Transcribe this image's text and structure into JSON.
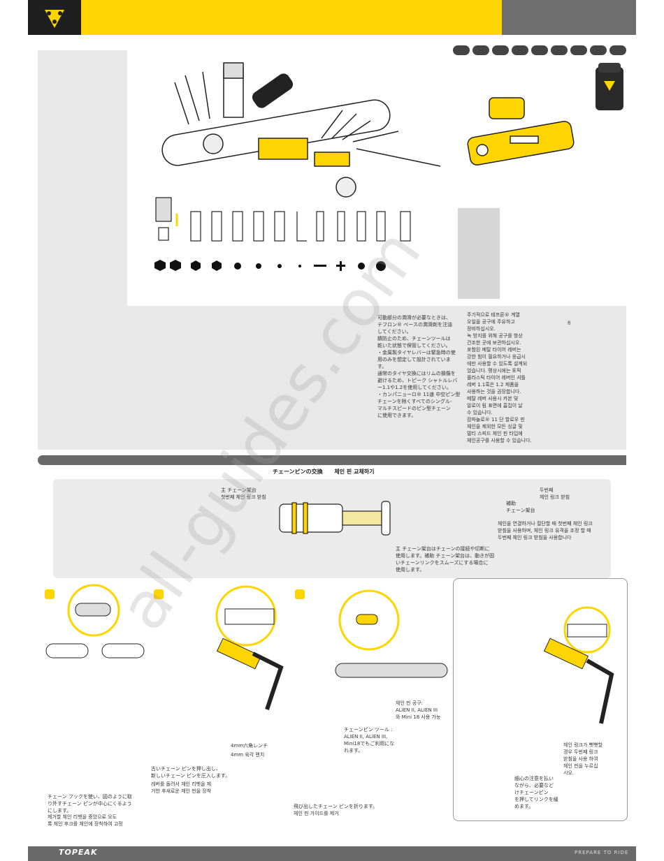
{
  "header": {
    "brand": "TOPEAK"
  },
  "dots": {
    "count": 9,
    "color": "#444444"
  },
  "colors": {
    "accent": "#ffd500",
    "dark": "#1f1f1f",
    "gray": "#6e6e6e"
  },
  "tool_icons": [
    "hex-8mm",
    "hex-6mm",
    "hex-5mm",
    "hex-4mm",
    "hex-3mm",
    "hex-2.5mm",
    "hex-2mm",
    "flat-screwdriver",
    "phillips-screwdriver",
    "torx-25",
    "torx-30"
  ],
  "jp_notes": "可動部分の潤滑が必要なときは、\nテフロン® ベースの潤滑剤を注油\nしてください。\n錆防止のため、チェーンツールは\n乾いた状態で保管してください。\n・金属製タイヤレバーは緊急時の使\n用のみを想定して設計されていま\nす。\n通常のタイヤ交換にはリムの損傷を\n避けるため、トピーク シャトルレバ\nー1.1や1.2を使用してください。\n・カンパニョーロ® 11速 中空ピン型\nチェーンを除くすべてのシングル-\nマルチスピードのピン型チェーン\nに使用できます。",
  "kr_notes": "주기적으로 테프론® 계열\n오일을 공구에 주유하고\n정비하십시오.\n녹 방지를 위해 공구를 항상\n건조한 곳에 보관하십시오.\n포함된 메탈 타이어 레버는\n강한 힘이 필요하거나 응급시\n에만 사용할 수 있도록 설계되\n었습니다. 평상시에는 토픽\n플라스틱 타이어 레버인 셔틀\n레버 1.1혹은 1.2 제품을\n사용하는 것을 권장합니다.\n메탈 레버 사용시 카본 및\n알로이 림 표면에 흠집이 날\n수 있습니다.\n캄파놀로® 11 단 할로우 핀\n체인을 제외한 모든 싱글 및\n멀티 스피드 체인 핀 타입에\n체인공구를 사용할 수 있습니다.",
  "fi_mark": "fi",
  "section": {
    "title_jp": "チェーンピンの交換",
    "title_kr": "체인 핀 교체하기"
  },
  "info": {
    "main_support_jp": "主 チェーン架台",
    "main_support_kr": "첫번째 체인 링크 받침",
    "second_kr": "두번째",
    "second_kr2": "체인 링크 받침",
    "aux_jp": "補助",
    "aux_jp2": "チェーン架台",
    "kr_desc": "체인을 연결하거나 절단할 때 첫번째 체인 링크\n받침을 사용하며, 체인 링크 유격을 조정 할 때\n두번째 체인 링크 받침을 사용합니다",
    "jp_desc": "主 チェーン架台はチェーンの接続や切断に\n使用します。補助 チェーン架台は、動きが固\nいチェーンリンクをスムーズにする場合に\n使用します。"
  },
  "steps": {
    "s3_kr": "체인 핀 공구:\nALIEN II, ALIEN III\n와 Mini 18 사용 가능",
    "s3_jp": "チェーンピン ツール :\nALIEN II, ALIEN III,\nMini18でもご利用にな\nれます。",
    "wrench_jp": "4mm六角レンチ",
    "wrench_kr": "4mm 육각 렌치",
    "s2_jp": "古いチェーン ピンを押し出し、\n新しいチェーン ピンを圧入します。",
    "s2_kr": "레버를 돌려서 체인 리벳을 제\n거한 후새로운 체인 핀을 장착",
    "s1_jp": "チェーン フックを使い、図のように取\nり外すチェーン ピンが中心にくるよう\nにします。",
    "s1_kr": "제거할 체인 리벳을 중앙으로 오도\n록 체인 후크를 체인에 장착하여 고정",
    "s3b_jp": "飛び出したチェーン ピンを折ります。",
    "s3b_kr": "체인 핀 가이드를 제거",
    "note_kr": "체인 링크가 뻣뻣할\n경우 두번째 링크\n받침을 사용 하여\n체인 핀을 누르십\n시오.",
    "note_jp": "細心の注意を払い\nながら、必要など\nけチェーンピン\nを押してリンクを緩\nめます。"
  },
  "footer": {
    "brand": "TOPEAK",
    "slogan": "PREPARE TO RIDE"
  },
  "watermark": "all-guides.com"
}
